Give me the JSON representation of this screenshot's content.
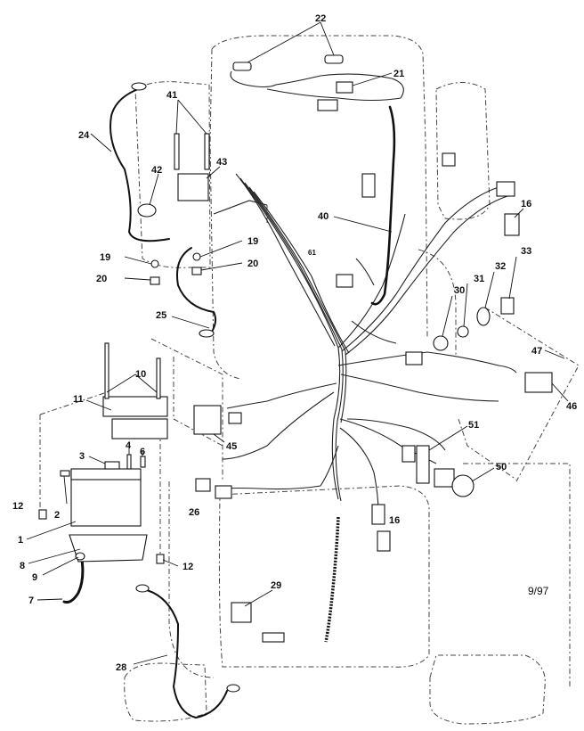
{
  "labels": {
    "n22": "22",
    "n21": "21",
    "n24": "24",
    "n41": "41",
    "n42": "42",
    "n43": "43",
    "n40": "40",
    "n16a": "16",
    "n19a": "19",
    "n19b": "19",
    "n20a": "20",
    "n20b": "20",
    "n61": "61",
    "n33": "33",
    "n32": "32",
    "n31": "31",
    "n30": "30",
    "n25a": "25",
    "n47": "47",
    "n10": "10",
    "n11": "11",
    "n46": "46",
    "n45": "45",
    "n51": "51",
    "n3": "3",
    "n4": "4",
    "n6": "6",
    "n50": "50",
    "n12a": "12",
    "n2": "2",
    "n26": "26",
    "n1": "1",
    "n16b": "16",
    "n8": "8",
    "n9": "9",
    "n12b": "12",
    "n7": "7",
    "n29": "29",
    "n28": "28"
  },
  "date_code": "9/97"
}
